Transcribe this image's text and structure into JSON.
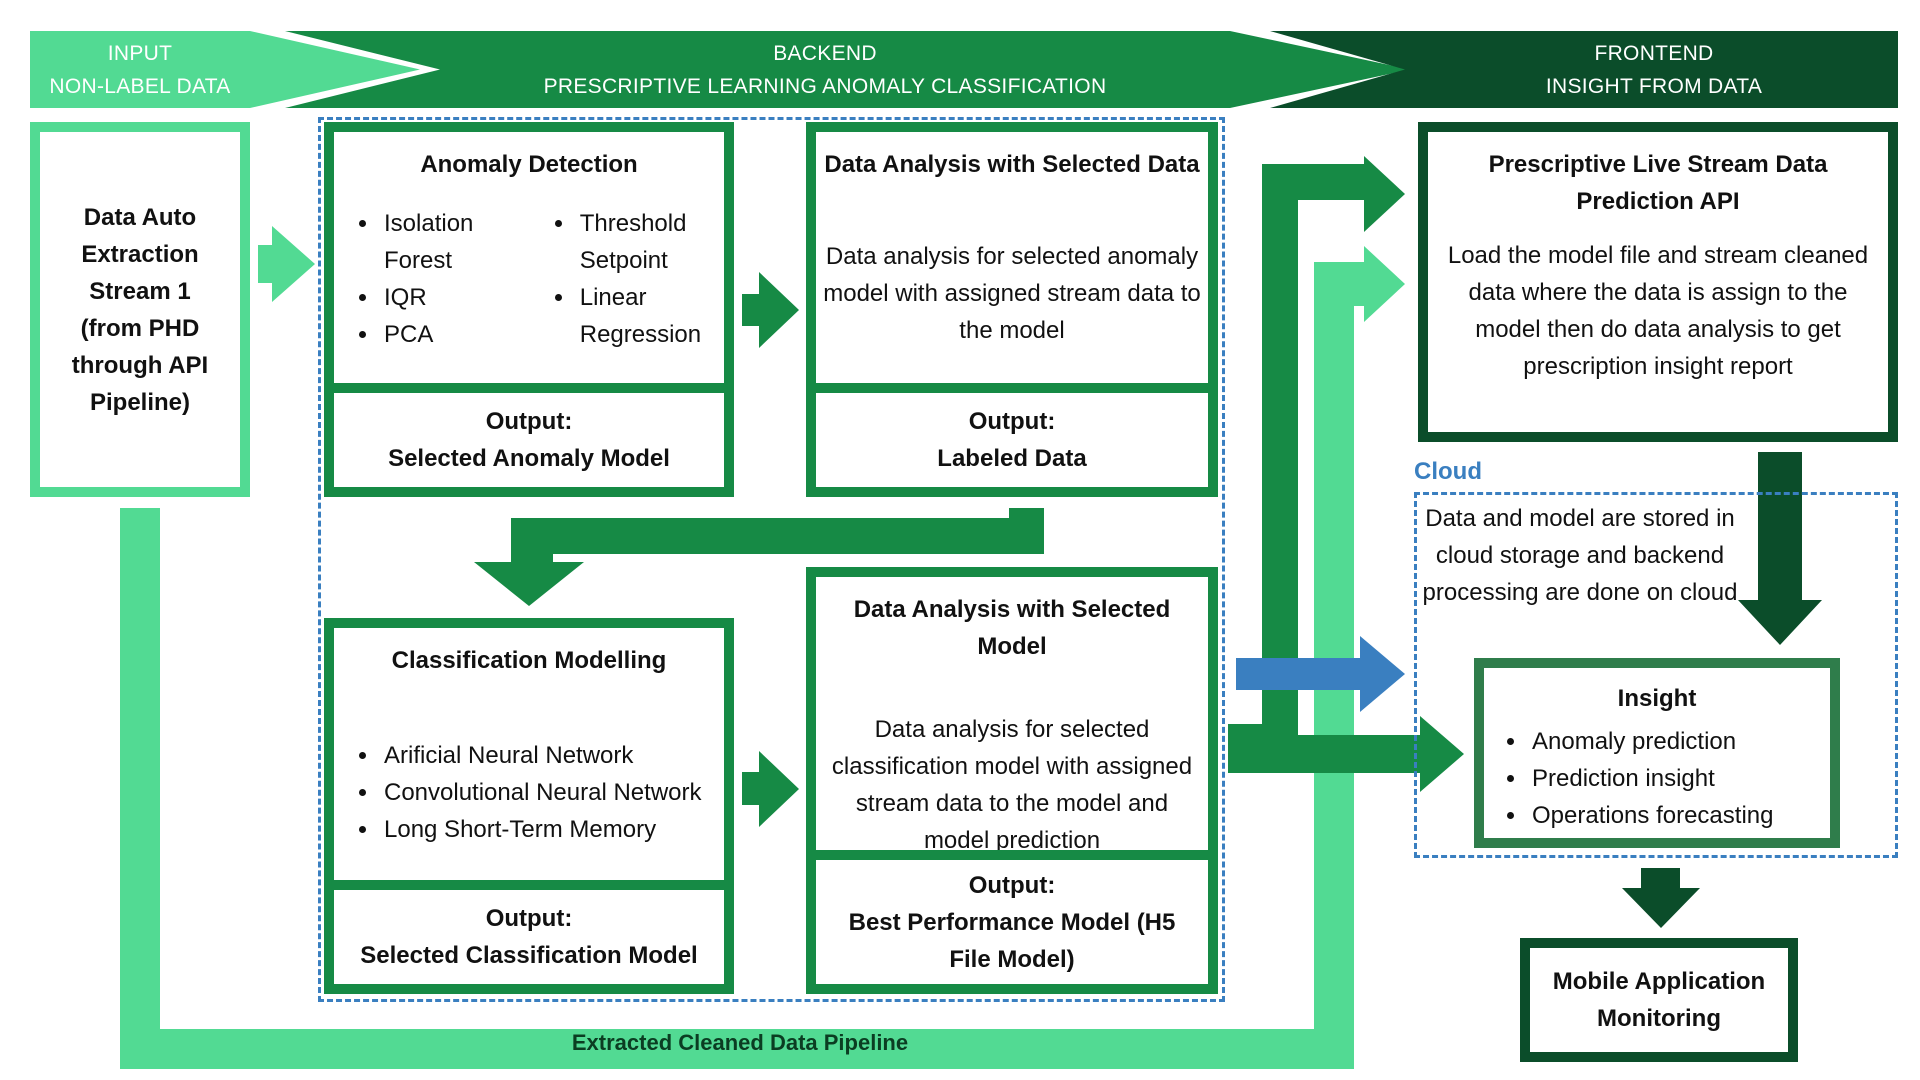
{
  "headers": {
    "input": {
      "line1": "INPUT",
      "line2": "NON-LABEL DATA"
    },
    "backend": {
      "line1": "BACKEND",
      "line2": "PRESCRIPTIVE LEARNING ANOMALY CLASSIFICATION"
    },
    "frontend": {
      "line1": "FRONTEND",
      "line2": "INSIGHT FROM DATA"
    }
  },
  "source": {
    "lines": [
      "Data Auto",
      "Extraction",
      "Stream 1",
      "(from PHD",
      "through API",
      "Pipeline)"
    ]
  },
  "anomaly_detection": {
    "title": "Anomaly Detection",
    "list_left": [
      "Isolation Forest",
      "IQR",
      "PCA"
    ],
    "list_right": [
      "Threshold Setpoint",
      "Linear Regression"
    ],
    "output_label": "Output:",
    "output_value": "Selected Anomaly Model"
  },
  "data_analysis_data": {
    "title": "Data Analysis with Selected Data",
    "description": "Data analysis for selected anomaly model with assigned stream data to the model",
    "output_label": "Output:",
    "output_value": "Labeled Data"
  },
  "classification": {
    "title": "Classification Modelling",
    "list": [
      "Arificial Neural Network",
      "Convolutional Neural Network",
      "Long Short-Term Memory"
    ],
    "output_label": "Output:",
    "output_value": "Selected Classification Model"
  },
  "data_analysis_model": {
    "title": "Data Analysis with Selected Model",
    "description": "Data analysis for selected classification model with assigned stream data to the model and model prediction",
    "output_label": "Output:",
    "output_value": "Best Performance Model (H5 File Model)"
  },
  "prediction_api": {
    "title": "Prescriptive Live Stream Data Prediction API",
    "description": "Load the model file and stream cleaned data where the data is assign to the model then do data analysis to get prescription insight report"
  },
  "cloud": {
    "label": "Cloud",
    "description": "Data and model are stored in cloud storage and backend processing are done on cloud"
  },
  "insight": {
    "title": "Insight",
    "list": [
      "Anomaly prediction",
      "Prediction insight",
      "Operations forecasting"
    ]
  },
  "mobile": {
    "title": "Mobile Application Monitoring"
  },
  "pipeline": {
    "label": "Extracted Cleaned Data Pipeline"
  },
  "colors": {
    "light_green": "#52da93",
    "mid_green": "#168a45",
    "dark_green": "#0b4d2a",
    "insight_green": "#2f7d4b",
    "cloud_blue": "#3a7fc0"
  }
}
